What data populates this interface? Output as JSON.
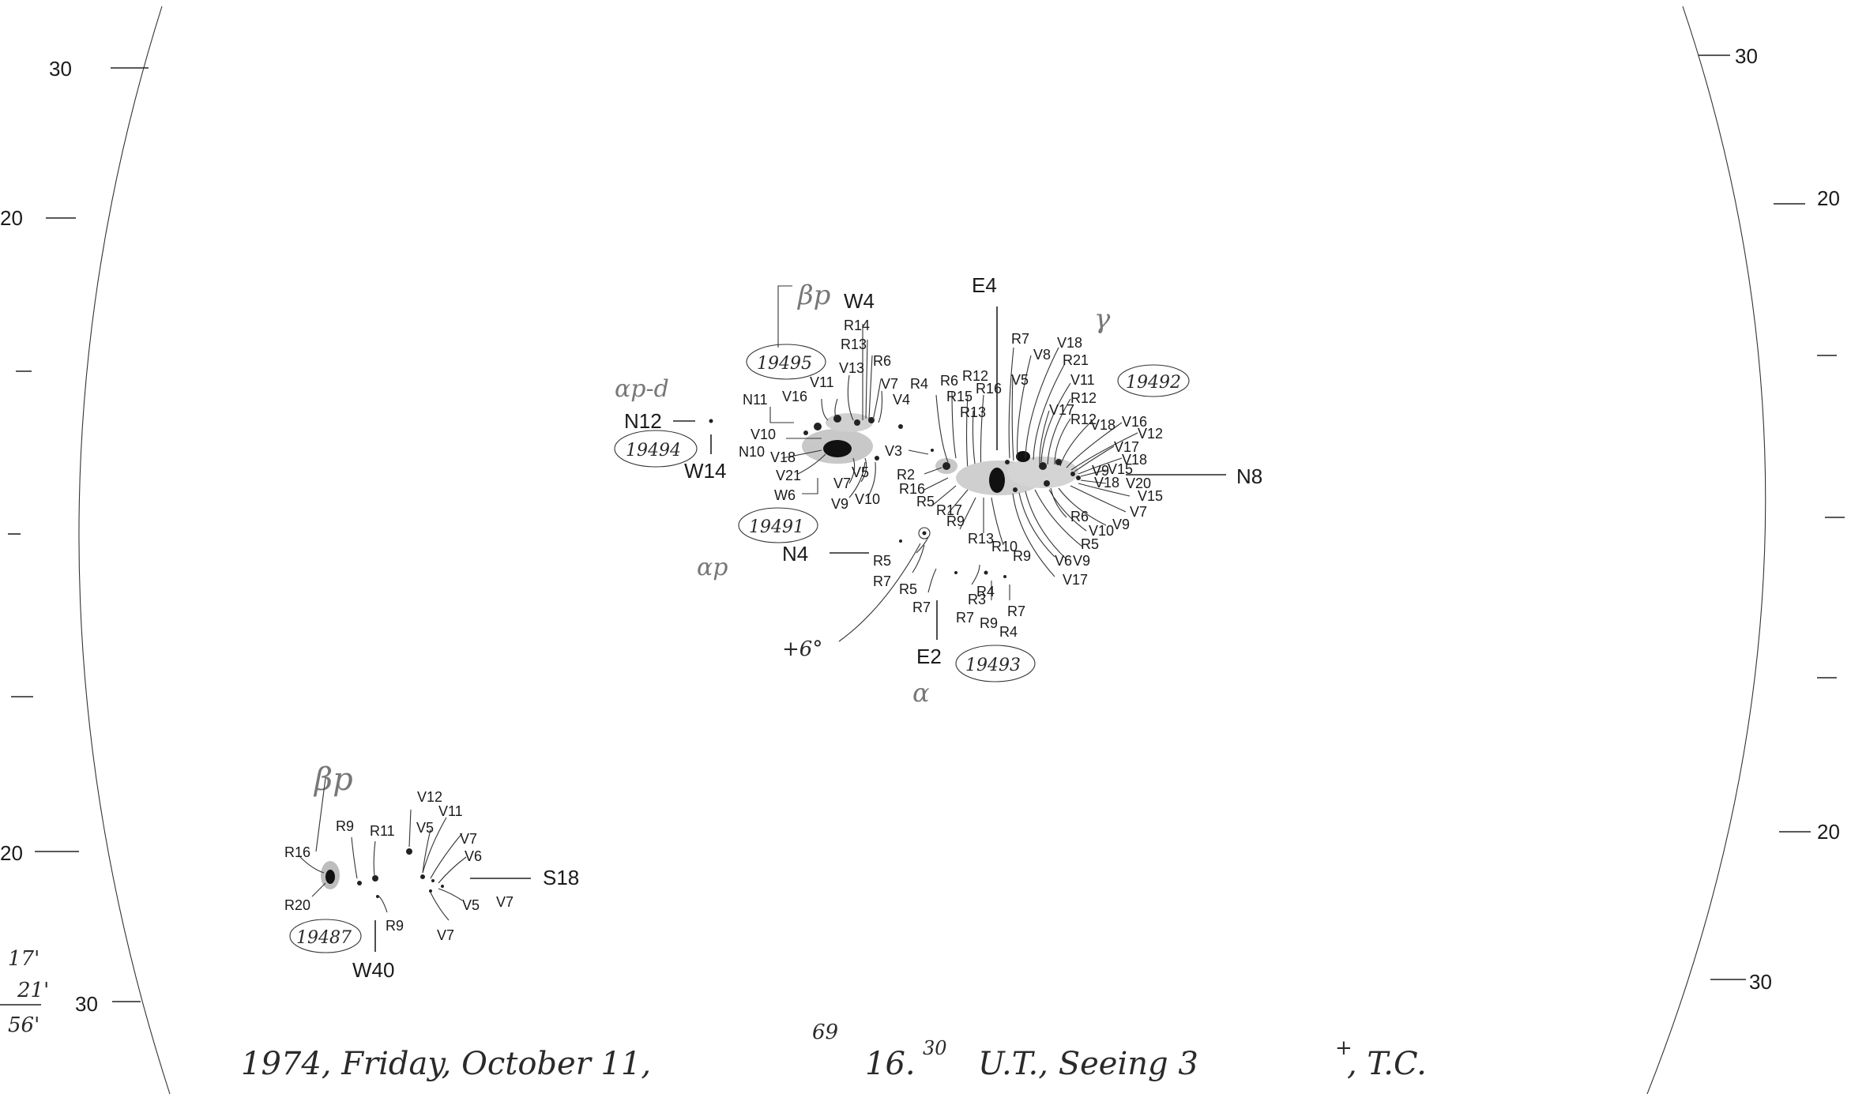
{
  "limb_ticks": {
    "left": [
      "30",
      "20",
      "20",
      "30"
    ],
    "right": [
      "30",
      "20",
      "20",
      "30"
    ]
  },
  "time_marks": [
    "17'",
    "21'",
    "56'"
  ],
  "caption": {
    "year_day": "1974, Friday, October 11,",
    "fraction": "69",
    "time": "16.",
    "time_sup": "30",
    "rest": "U.T., Seeing 3",
    "seeing_sup": "+",
    "observer": ", T.C."
  },
  "groups": {
    "g19495": {
      "id": "19495",
      "class": "βp",
      "pos": "W4"
    },
    "g19494": {
      "id": "19494",
      "class": "αp-d",
      "pos_a": "N12",
      "pos_b": "W14"
    },
    "g19491": {
      "id": "19491",
      "class": "αp",
      "pos": "N4"
    },
    "g19493": {
      "id": "19493",
      "class": "α",
      "pos": "E2"
    },
    "g19492": {
      "id": "19492",
      "class": "γ",
      "pos_a": "E4",
      "pos_b": "N8"
    },
    "g19487": {
      "id": "19487",
      "class": "βp",
      "pos_a": "S18",
      "pos_b": "W40"
    }
  },
  "angle_note": "+6°",
  "spot_labels": {
    "g19495": [
      "R14",
      "R13",
      "R6",
      "V13",
      "V7",
      "V4",
      "N11",
      "V16",
      "V11",
      "V10",
      "N10",
      "V18",
      "V21",
      "W6",
      "V7",
      "V5",
      "V9",
      "V10"
    ],
    "g19492": [
      "R7",
      "V8",
      "V18",
      "R21",
      "V5",
      "V11",
      "R12",
      "V17",
      "R12",
      "V18",
      "V16",
      "V12",
      "V17",
      "V18",
      "V15",
      "V9",
      "V18",
      "V20",
      "V15",
      "V7",
      "R6",
      "V10",
      "V9",
      "R5",
      "V6",
      "V9",
      "R9",
      "V17"
    ],
    "g19493": [
      "R4",
      "R6",
      "R12",
      "R15",
      "R16",
      "R13",
      "V3",
      "R2",
      "R16",
      "R5",
      "R17",
      "R9",
      "R13",
      "R10",
      "R5",
      "R7",
      "R5",
      "R4",
      "R3",
      "R7",
      "R7",
      "R9",
      "R7",
      "R4"
    ],
    "g19487": [
      "R16",
      "R9",
      "R11",
      "V12",
      "V11",
      "V5",
      "V7",
      "V6",
      "R20",
      "R9",
      "V5",
      "V7",
      "V7"
    ]
  }
}
